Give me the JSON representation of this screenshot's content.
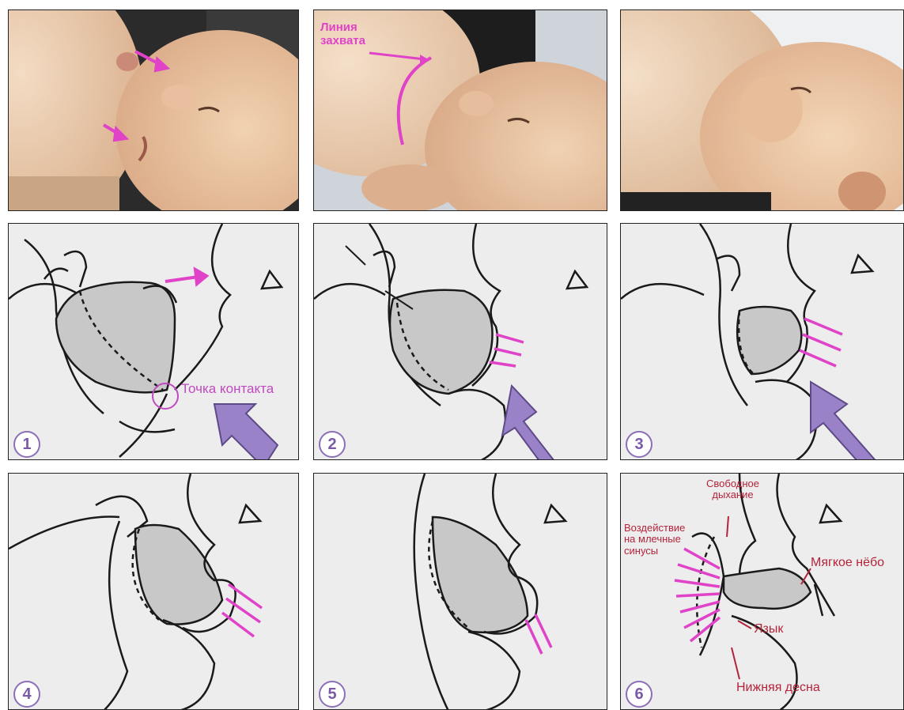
{
  "photos": [
    {
      "id": "photo-1"
    },
    {
      "id": "photo-2",
      "label_line1": "Линия",
      "label_line2": "захвата"
    },
    {
      "id": "photo-3"
    }
  ],
  "steps": [
    {
      "number": "1",
      "annotation": "Точка контакта"
    },
    {
      "number": "2"
    },
    {
      "number": "3"
    },
    {
      "number": "4"
    },
    {
      "number": "5"
    },
    {
      "number": "6"
    }
  ],
  "step6_labels": {
    "breathing_1": "Свободное",
    "breathing_2": "дыхание",
    "sinus_1": "Воздействие",
    "sinus_2": "на млечные",
    "sinus_3": "синусы",
    "soft_palate": "Мягкое нёбо",
    "tongue": "Язык",
    "lower_gum": "Нижняя десна"
  },
  "colors": {
    "pink_arrow": "#e043c8",
    "purple_arrow": "#9a82c8",
    "areola": "#c8c8c8",
    "skin": "#e7c7a6",
    "label_red": "#b3243a"
  }
}
